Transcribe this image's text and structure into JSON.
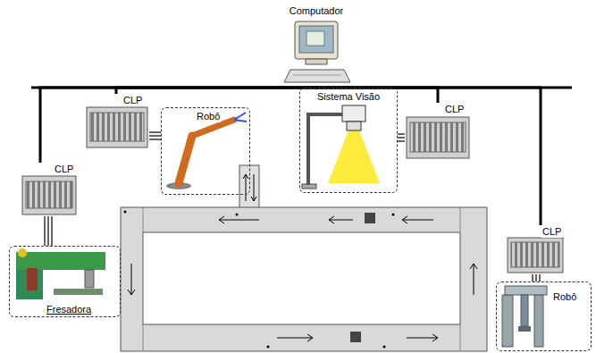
{
  "diagram": {
    "nodes": [
      {
        "text": [
          "Computador"
        ]
      },
      {
        "text": [
          "CLP"
        ]
      },
      {
        "text": [
          "CLP"
        ]
      },
      {
        "text": [
          "CLP"
        ]
      },
      {
        "text": [
          "CLP"
        ]
      },
      {
        "text": [
          "Robô"
        ]
      },
      {
        "text": [
          "Sistema Visão"
        ]
      },
      {
        "text": [
          "Fresadora"
        ]
      },
      {
        "text": [
          "Robô"
        ]
      }
    ],
    "edges": [
      {
        "from": 0,
        "to": 1,
        "arrow": "none"
      },
      {
        "from": 0,
        "to": 2,
        "arrow": "none"
      },
      {
        "from": 0,
        "to": 3,
        "arrow": "none"
      },
      {
        "from": 0,
        "to": 4,
        "arrow": "none"
      },
      {
        "from": 1,
        "to": 7,
        "arrow": "none"
      },
      {
        "from": 2,
        "to": 5,
        "arrow": "none"
      },
      {
        "from": 3,
        "to": 6,
        "arrow": "none"
      },
      {
        "from": 4,
        "to": 8,
        "arrow": "none"
      }
    ]
  }
}
